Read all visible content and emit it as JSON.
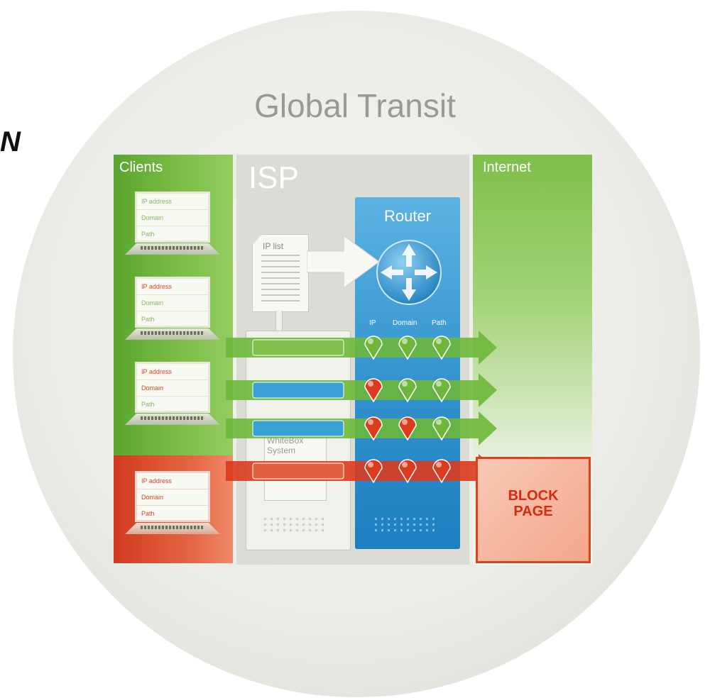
{
  "fragment": "N",
  "title": "Global Transit",
  "panels": {
    "clients": "Clients",
    "isp": "ISP",
    "internet": "Internet",
    "router": "Router"
  },
  "router_columns": [
    "IP",
    "Domain",
    "Path"
  ],
  "ip_list": {
    "label": "IP list"
  },
  "whitebox": {
    "label_line1": "WhiteBox",
    "label_line2": "System"
  },
  "laptop_rows": [
    "IP address",
    "Domain",
    "Path"
  ],
  "block_page": {
    "line1": "BLOCK",
    "line2": "PAGE"
  },
  "colors": {
    "pass": "#6db83a",
    "block": "#dc3b1d",
    "router": "#2e8fcc"
  },
  "flows": [
    {
      "ip": "pass",
      "domain": "pass",
      "path": "pass",
      "result": "pass"
    },
    {
      "ip": "block",
      "domain": "pass",
      "path": "pass",
      "result": "pass"
    },
    {
      "ip": "block",
      "domain": "block",
      "path": "pass",
      "result": "pass"
    },
    {
      "ip": "block",
      "domain": "block",
      "path": "block",
      "result": "block"
    }
  ]
}
